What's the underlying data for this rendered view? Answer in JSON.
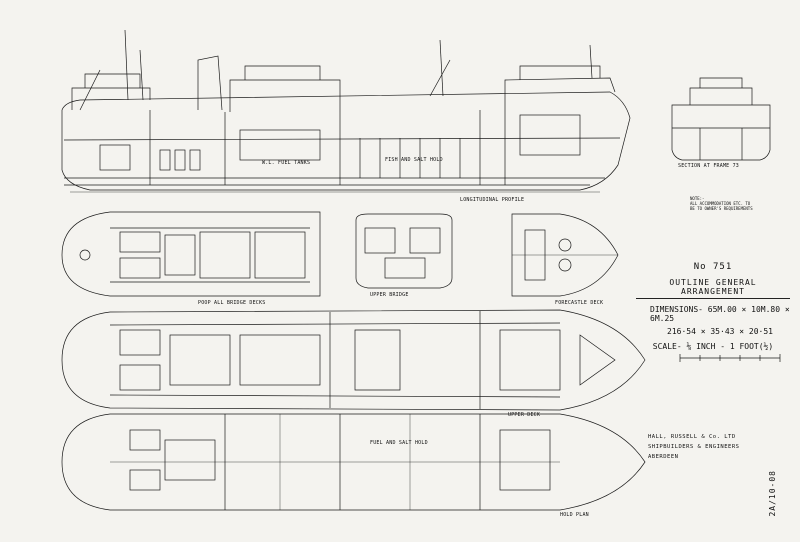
{
  "title_block": {
    "number": "No 751",
    "title": "OUTLINE GENERAL ARRANGEMENT",
    "dimensions_metric": "DIMENSIONS- 65M.00 × 10M.80 × 6M.25",
    "dimensions_imperial": "216·54 × 35·43 × 20·51",
    "scale": "SCALE- ⅛ INCH - 1 FOOT(½)"
  },
  "builder": {
    "line1": "HALL, RUSSELL & Co. LTD",
    "line2": "SHIPBUILDERS & ENGINEERS",
    "line3": "ABERDEEN"
  },
  "drawing_number": "2A/10-08",
  "view_labels": {
    "profile": "LONGITUDINAL PROFILE",
    "section": "SECTION AT FRAME 73",
    "poop": "POOP ALL BRIDGE DECKS",
    "upper_bridge": "UPPER BRIDGE",
    "forecastle": "FORECASTLE DECK",
    "upper_deck": "UPPER DECK",
    "hold_plan": "HOLD PLAN"
  },
  "note": {
    "line1": "NOTE:-",
    "line2": "ALL ACCOMMODATION ETC. TO",
    "line3": "BE TO OWNER'S REQUIREMENTS"
  },
  "hold_labels": {
    "fuel_tanks": "W.L. FUEL TANKS",
    "fish_hold": "FISH AND SALT HOLD",
    "fuel_salt": "FUEL AND SALT HOLD"
  }
}
